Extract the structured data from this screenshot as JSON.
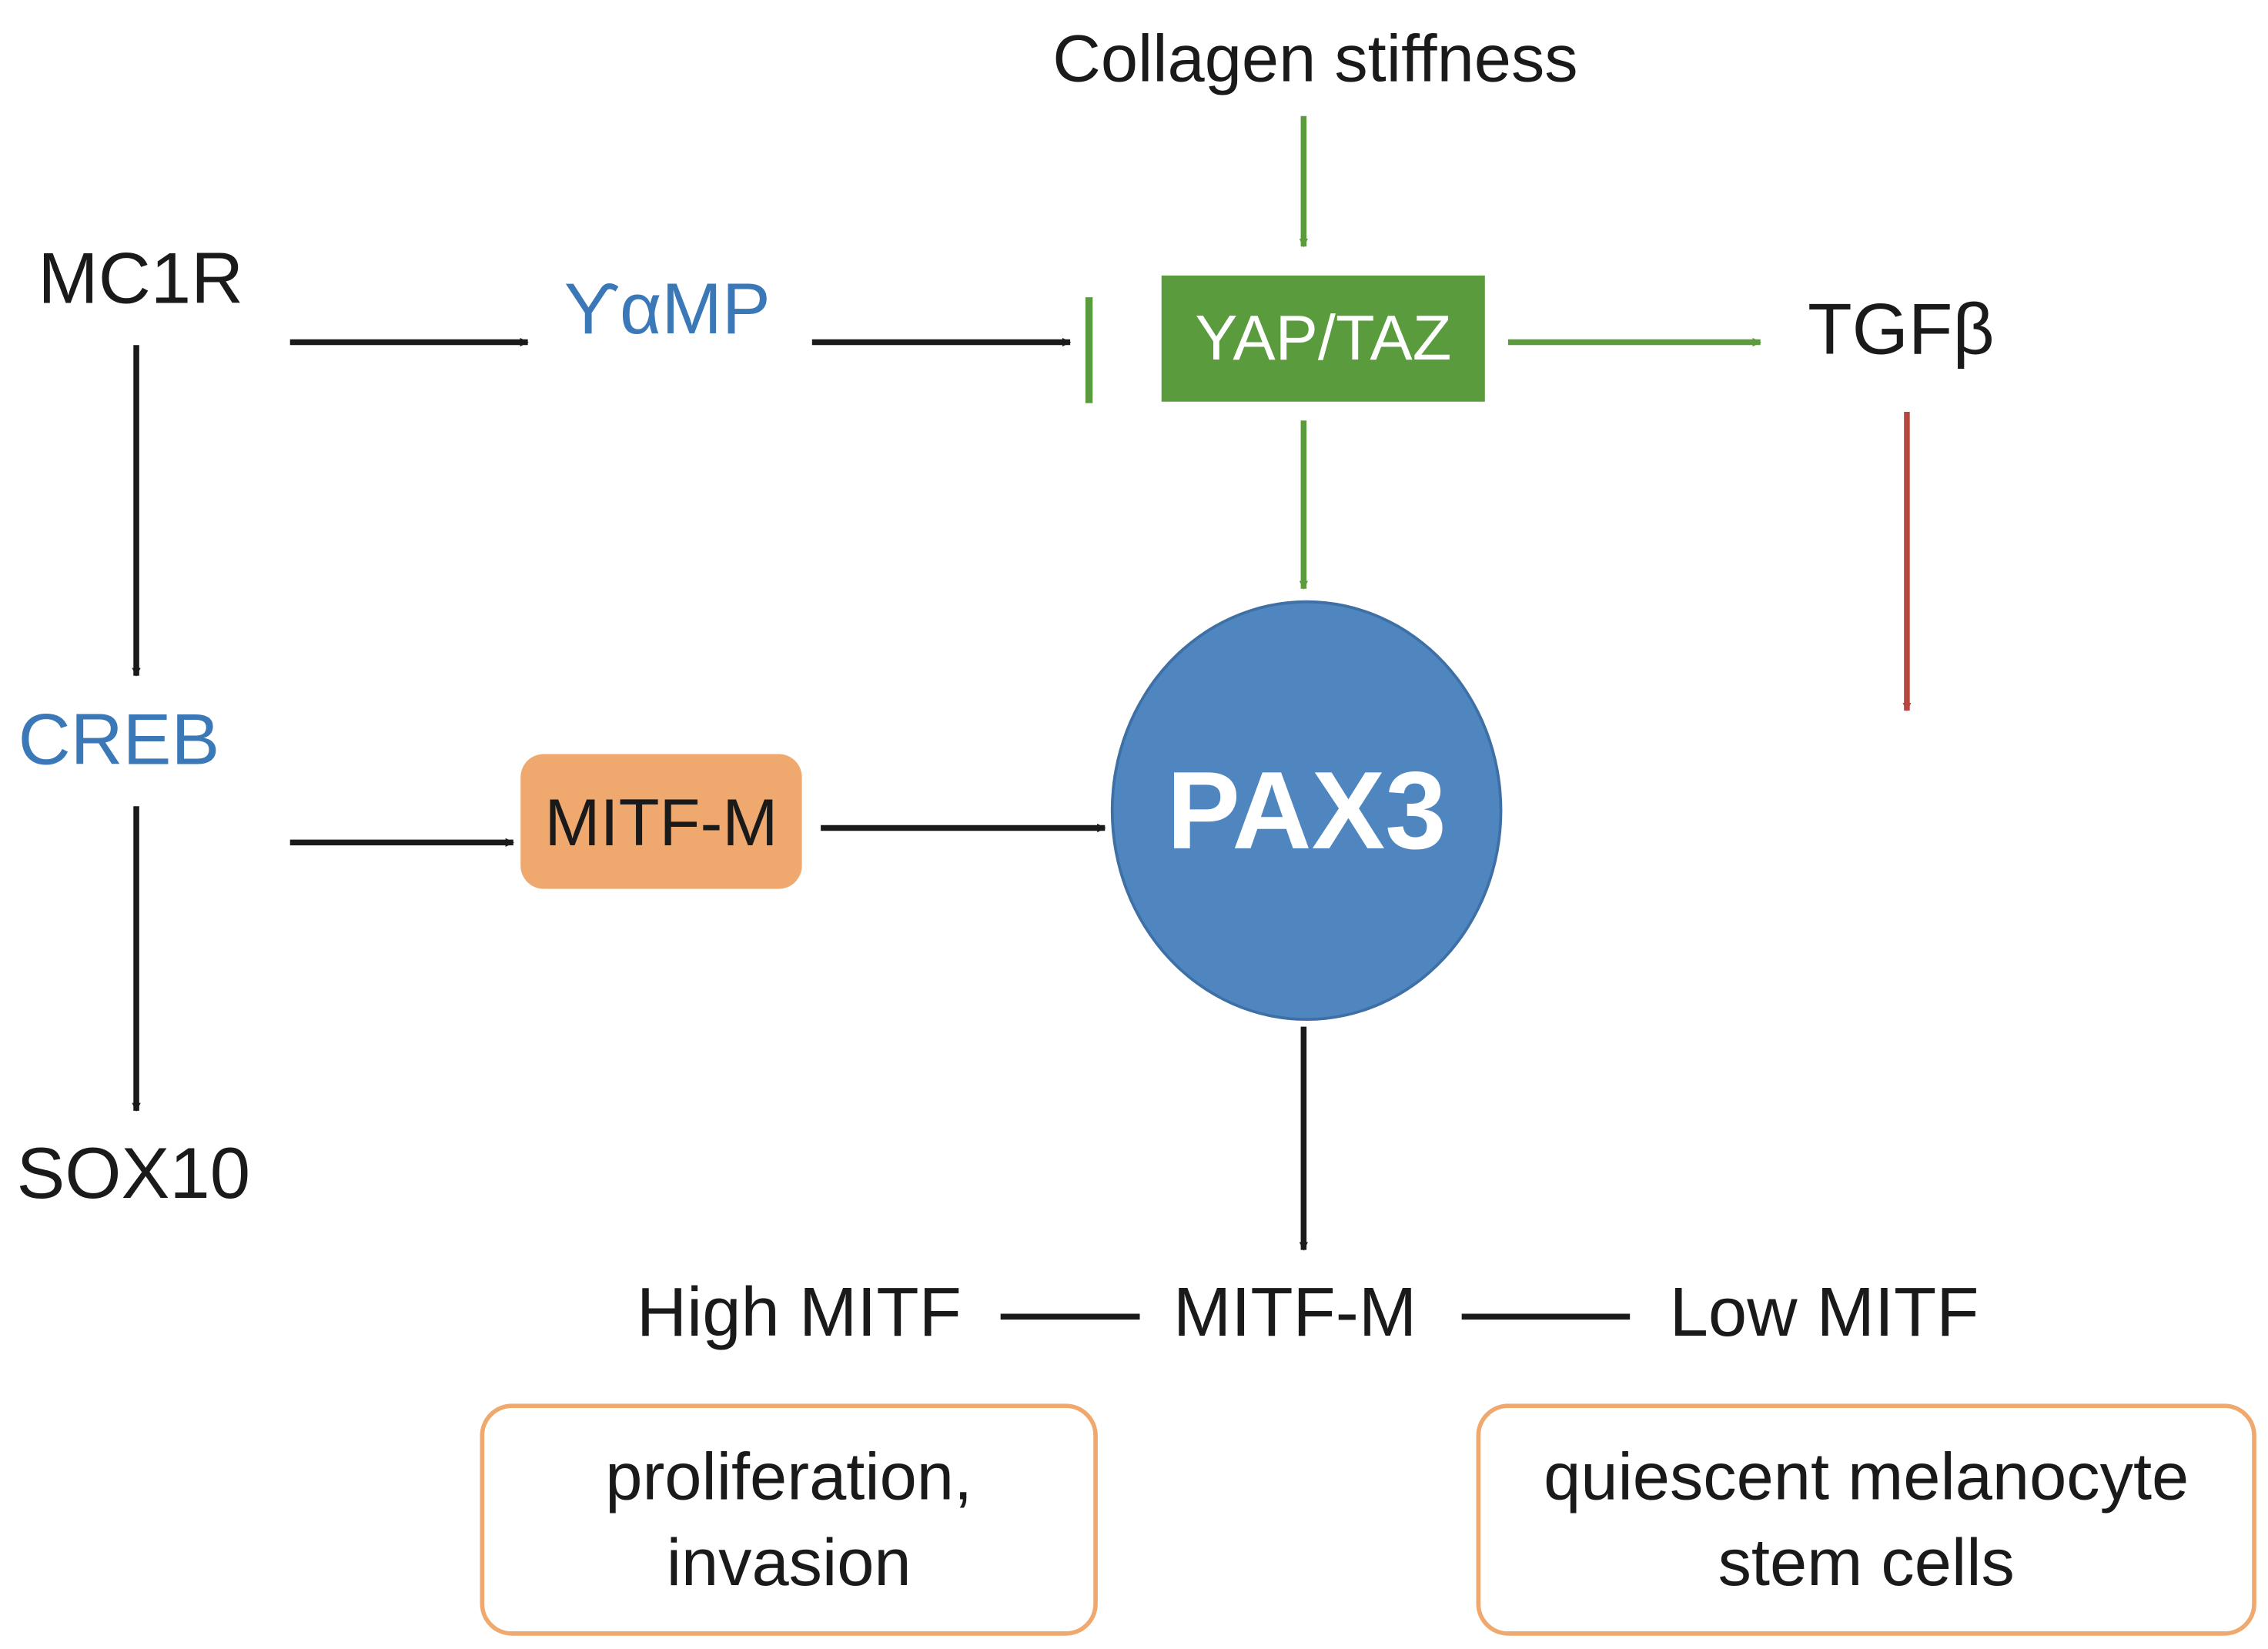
{
  "nodes": {
    "collagen_stiffness": "Collagen stiffness",
    "mc1r": "MC1R",
    "camp": "ϒαMP",
    "yap_taz": "YAP/TAZ",
    "tgfb": "TGFβ",
    "creb": "CREB",
    "mitf_m_box": "MITF-M",
    "pax3": "PAX3",
    "sox10": "SOX10",
    "high_mitf": "High MITF",
    "mitf_m": "MITF-M",
    "low_mitf": "Low MITF",
    "proliferation_line1": "proliferation,",
    "proliferation_line2": "invasion",
    "quiescent_line1": "quiescent melanocyte",
    "quiescent_line2": "stem cells"
  },
  "colors": {
    "black_arrow": "#1a1a1a",
    "green_arrow": "#5a9b3d",
    "red_arrow": "#b5473f",
    "blue_text": "#3b78b8",
    "yap_box": "#5a9b3d",
    "mitf_box": "#efa96f",
    "pax3_circle": "#4f86c0"
  }
}
